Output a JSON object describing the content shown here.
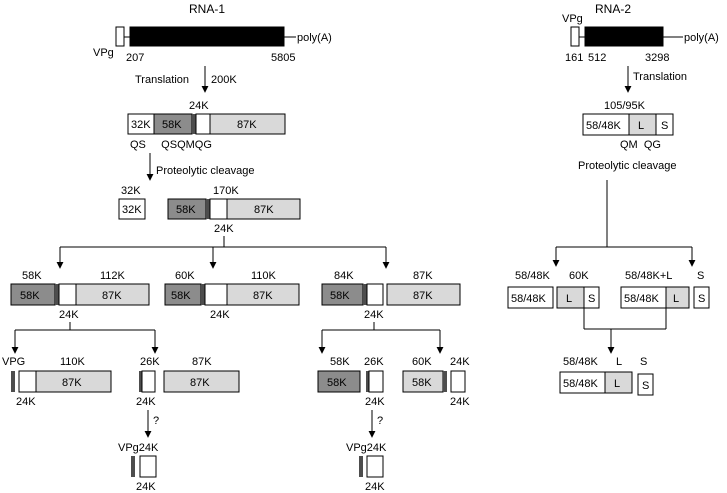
{
  "colors": {
    "white": "#ffffff",
    "light": "#d9d9d9",
    "mid": "#8c8c8c",
    "dark": "#4d4d4d",
    "black": "#000000"
  },
  "rna1": {
    "title": "RNA-1",
    "vpg": "VPg",
    "start": "207",
    "end": "5805",
    "polya": "poly(A)",
    "translation": "Translation",
    "translation_size": "200K",
    "poly_label_24k": "24K",
    "poly_32k": "32K",
    "poly_58k": "58K",
    "poly_87k": "87K",
    "sites": "QS     QSQMQG",
    "cleavage": "Proteolytic cleavage",
    "p32k_label": "32K",
    "p32k_box": "32K",
    "p170k_label": "170K",
    "p170k_box58": "58K",
    "p170k_box87": "87K",
    "p170k_24k": "24K",
    "i1_58k_label": "58K",
    "i1_112k_label": "112K",
    "i1_box58": "58K",
    "i1_box87": "87K",
    "i1_24k": "24K",
    "i2_60k_label": "60K",
    "i2_110k_label": "110K",
    "i2_box58": "58K",
    "i2_box87": "87K",
    "i2_24k": "24K",
    "i3_84k_label": "84K",
    "i3_87k_label": "87K",
    "i3_box58": "58K",
    "i3_box87": "87K",
    "i3_24k": "24K",
    "f1_vpg_label": "VPG",
    "f1_110k_label": "110K",
    "f1_box87": "87K",
    "f1_24k": "24K",
    "f2_26k_label": "26K",
    "f2_24k": "24K",
    "f3_87k_label": "87K",
    "f3_box87": "87K",
    "q1": "?",
    "vpg24k_1": "VPg24K",
    "vpg24k_1_sub": "24K",
    "f4_58k_label": "58K",
    "f4_box58": "58K",
    "f5_26k_label": "26K",
    "f5_24k": "24K",
    "f6_60k_label": "60K",
    "f6_box58": "58K",
    "f7_24k_label": "24K",
    "f6_24k": "24K",
    "q2": "?",
    "vpg24k_2": "VPg24K",
    "vpg24k_2_sub": "24K"
  },
  "rna2": {
    "title": "RNA-2",
    "vpg": "VPg",
    "start": "161",
    "mid": "512",
    "end": "3298",
    "polya": "poly(A)",
    "translation": "Translation",
    "poly_label": "105/95K",
    "poly_box": "58/48K",
    "poly_L": "L",
    "poly_S": "S",
    "sites": "QM  QG",
    "cleavage": "Proteolytic cleavage",
    "a_label": "58/48K",
    "a_box": "58/48K",
    "b_label": "60K",
    "b_L": "L",
    "b_S": "S",
    "c_label": "58/48K+L",
    "c_box": "58/48K",
    "c_L": "L",
    "d_label": "S",
    "d_box": "S",
    "r1_label": "58/48K",
    "r1_box": "58/48K",
    "r2_label": "L",
    "r2_box": "L",
    "r3_label": "S",
    "r3_box": "S"
  }
}
